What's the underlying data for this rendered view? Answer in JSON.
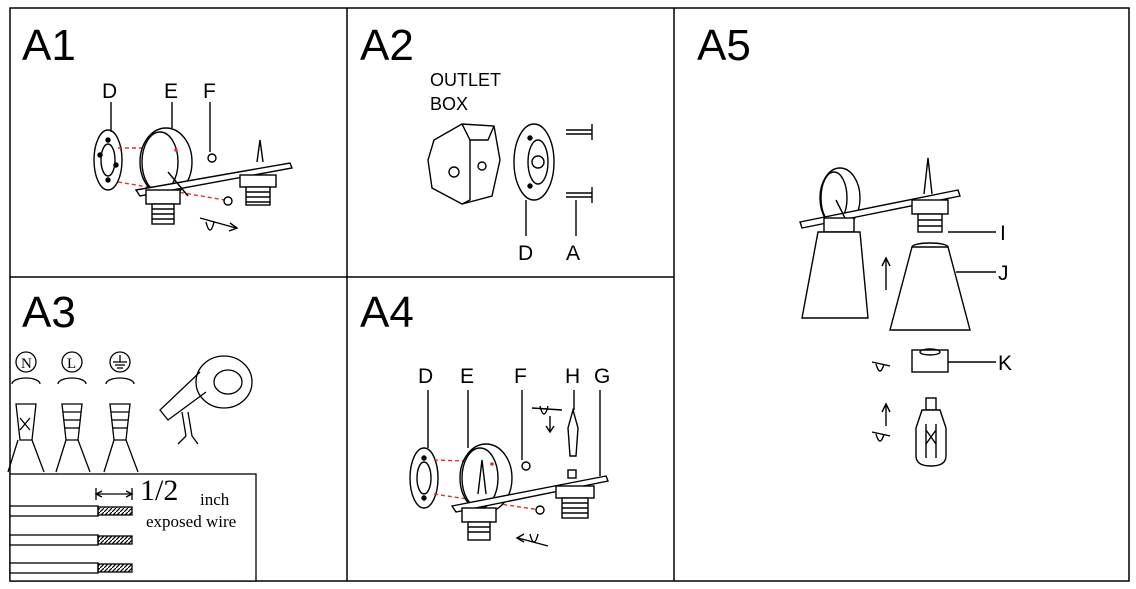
{
  "panels": {
    "a1": {
      "title": "A1",
      "labels": [
        "D",
        "E",
        "F"
      ]
    },
    "a2": {
      "title": "A2",
      "outlet_line1": "OUTLET",
      "outlet_line2": "BOX",
      "labels": [
        "D",
        "A"
      ]
    },
    "a3": {
      "title": "A3",
      "terminals": [
        "N",
        "L"
      ],
      "fraction": "1/2",
      "unit": "inch",
      "caption": "exposed wire"
    },
    "a4": {
      "title": "A4",
      "labels": [
        "D",
        "E",
        "F",
        "H",
        "G"
      ]
    },
    "a5": {
      "title": "A5",
      "labels": [
        "I",
        "J",
        "K"
      ]
    }
  },
  "colors": {
    "line": "#000000",
    "accent": "#e0302a",
    "background": "#ffffff"
  }
}
